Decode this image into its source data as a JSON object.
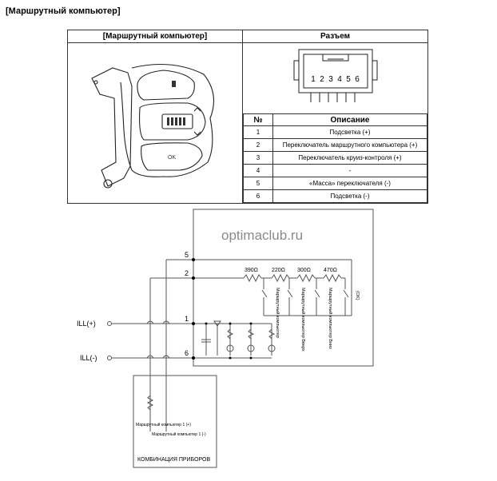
{
  "page_title": "[Маршрутный компьютер]",
  "table": {
    "col1_header": "[Маршрутный компьютер]",
    "col2_header": "Разъем",
    "steering_button_label": "OK",
    "connector_pins": [
      "1",
      "2",
      "3",
      "4",
      "5",
      "6"
    ],
    "num_header": "№",
    "desc_header": "Описание",
    "rows": [
      {
        "no": "1",
        "desc": "Подсветка (+)"
      },
      {
        "no": "2",
        "desc": "Переключатель маршрутного компьютера (+)"
      },
      {
        "no": "3",
        "desc": "Переключатель круиз-контроля (+)"
      },
      {
        "no": "4",
        "desc": "-"
      },
      {
        "no": "5",
        "desc": "«Масса» переключателя (-)"
      },
      {
        "no": "6",
        "desc": "Подсветка (-)"
      }
    ]
  },
  "diagram": {
    "watermark": "optimaclub.ru",
    "pins": {
      "p5": "5",
      "p2": "2",
      "p1": "1",
      "p6": "6"
    },
    "resistors": [
      "390Ω",
      "220Ω",
      "300Ω",
      "470Ω"
    ],
    "switch_labels": [
      "Маршрутный компьютер",
      "Маршрутный компьютер Вверх",
      "Маршрутный компьютер Вниз",
      "(OK)"
    ],
    "ill_plus": "ILL(+)",
    "ill_minus": "ILL(-)",
    "cluster_label_1": "Маршрутный компьютер 1 (+)",
    "cluster_label_2": "Маршрутный компьютер 1 (-)",
    "cluster_title": "КОМБИНАЦИЯ ПРИБОРОВ"
  }
}
